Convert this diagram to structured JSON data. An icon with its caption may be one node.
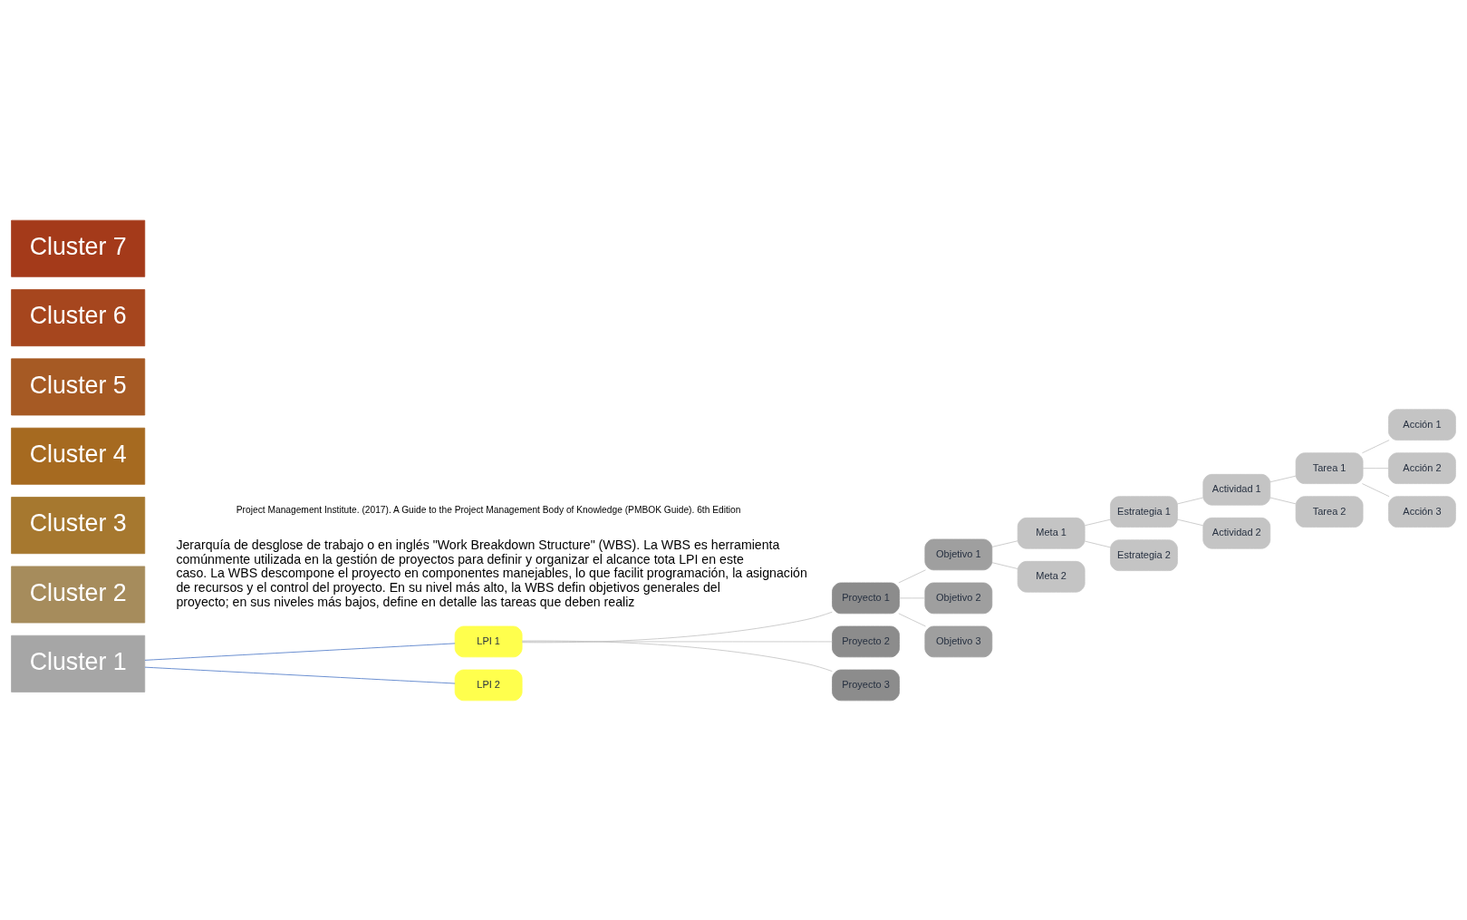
{
  "diagram": {
    "nodes": [
      {
        "text": [
          "Cluster 1"
        ]
      },
      {
        "text": [
          "Cluster 2"
        ]
      },
      {
        "text": [
          "Cluster 3"
        ]
      },
      {
        "text": [
          "Cluster 4"
        ]
      },
      {
        "text": [
          "Cluster 5"
        ]
      },
      {
        "text": [
          "Cluster 6"
        ]
      },
      {
        "text": [
          "Cluster 7"
        ]
      },
      {
        "text": [
          "LPI 1"
        ]
      },
      {
        "text": [
          "Proyecto 1"
        ]
      },
      {
        "text": [
          "Proyecto 2"
        ]
      },
      {
        "text": [
          "Proyecto 3"
        ]
      },
      {
        "text": [
          "Objetivo 1"
        ]
      },
      {
        "text": [
          "Meta 1"
        ]
      },
      {
        "text": [
          "Estrategia 1"
        ]
      },
      {
        "text": [
          "Actividad 1"
        ]
      },
      {
        "text": [
          "Tarea 1"
        ]
      },
      {
        "text": [
          "Acción 1"
        ]
      },
      {
        "text": [
          "Acción 2"
        ]
      },
      {
        "text": [
          "Acción 3"
        ]
      },
      {
        "text": [
          "Tarea 2"
        ]
      },
      {
        "text": [
          "Actividad 2"
        ]
      },
      {
        "text": [
          "Estrategia 2"
        ]
      },
      {
        "text": [
          "Meta 2"
        ]
      },
      {
        "text": [
          "Objetivo 2"
        ]
      },
      {
        "text": [
          "Objetivo 3"
        ]
      },
      {
        "text": [
          "LPI 2"
        ]
      }
    ],
    "edges": [
      {
        "from": 0,
        "to": 7,
        "arrow": "none",
        "color": "#4472c4"
      },
      {
        "from": 0,
        "to": 25,
        "arrow": "none",
        "color": "#4472c4"
      },
      {
        "from": 7,
        "to": 8,
        "arrow": "none"
      },
      {
        "from": 7,
        "to": 9,
        "arrow": "none"
      },
      {
        "from": 7,
        "to": 10,
        "arrow": "none"
      },
      {
        "from": 8,
        "to": 11,
        "arrow": "none"
      },
      {
        "from": 8,
        "to": 23,
        "arrow": "none"
      },
      {
        "from": 8,
        "to": 24,
        "arrow": "none"
      },
      {
        "from": 11,
        "to": 12,
        "arrow": "none"
      },
      {
        "from": 11,
        "to": 22,
        "arrow": "none"
      },
      {
        "from": 12,
        "to": 13,
        "arrow": "none"
      },
      {
        "from": 12,
        "to": 21,
        "arrow": "none"
      },
      {
        "from": 13,
        "to": 14,
        "arrow": "none"
      },
      {
        "from": 13,
        "to": 20,
        "arrow": "none"
      },
      {
        "from": 14,
        "to": 15,
        "arrow": "none"
      },
      {
        "from": 14,
        "to": 19,
        "arrow": "none"
      },
      {
        "from": 15,
        "to": 16,
        "arrow": "none"
      },
      {
        "from": 15,
        "to": 17,
        "arrow": "none"
      },
      {
        "from": 15,
        "to": 18,
        "arrow": "none"
      }
    ],
    "labels": [
      "Jerarquía de desglose de trabajo o en inglés \"Work Breakdown Structure\" (WBS). La WBS es herramienta comúnmente utilizada en la gestión de proyectos para definir y organizar el alcance tota LPI en este caso. La WBS descompone el proyecto en componentes manejables, lo que facilit programación, la asignación de recursos y el control del proyecto. En su nivel más alto, la WBS defin objetivos generales del proyecto; en sus niveles más bajos, define en detalle las tareas que deben realiz",
      "Project Management Institute. (2017). A Guide to the Project Management Body of Knowledge (PMBOK Guide). 6th Edition"
    ]
  }
}
